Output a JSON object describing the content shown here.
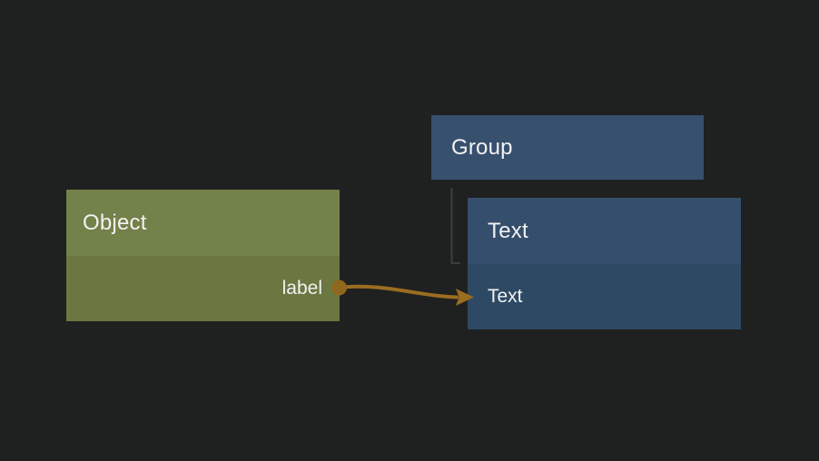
{
  "canvas": {
    "description": "node editor canvas"
  },
  "colors": {
    "background": "#1f2020",
    "edge": "#9a6d20",
    "port": "#8f671f",
    "tree_line": "#3e3e3e",
    "object_header": "#73814a",
    "object_body": "#6a7741",
    "group_fill": "#37506e",
    "text_header": "#354e6b",
    "text_body": "#2e4963",
    "label_text": "#f2f2f2"
  },
  "nodes": {
    "object": {
      "title": "Object",
      "output_label": "label"
    },
    "group": {
      "title": "Group"
    },
    "text": {
      "title": "Text",
      "row_label": "Text"
    }
  },
  "edge": {
    "from_node": "Object",
    "from_port": "label",
    "to_node": "Text",
    "to_row": "Text"
  },
  "hierarchy": {
    "parent": "Group",
    "child": "Text"
  }
}
